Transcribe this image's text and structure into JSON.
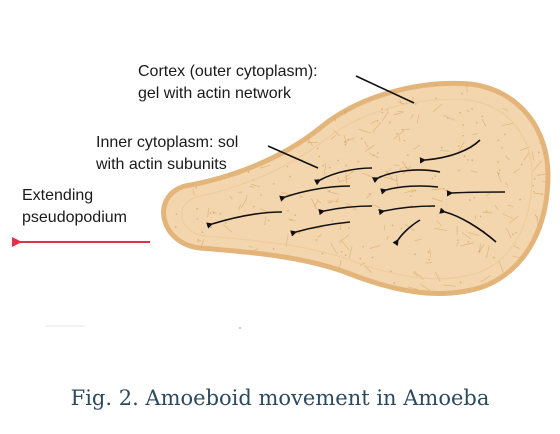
{
  "labels": {
    "cortex_line1": "Cortex (outer cytoplasm):",
    "cortex_line2": "gel with actin network",
    "inner_line1": "Inner cytoplasm: sol",
    "inner_line2": "with actin subunits",
    "pseudo_line1": "Extending",
    "pseudo_line2": "pseudopodium"
  },
  "caption": "Fig. 2. Amoeboid movement in Amoeba",
  "colors": {
    "cell_body": "#f3d6ad",
    "cell_outline": "#e3b57a",
    "direction_arrow": "#e0324b",
    "caption_text": "#2c4a5e"
  }
}
